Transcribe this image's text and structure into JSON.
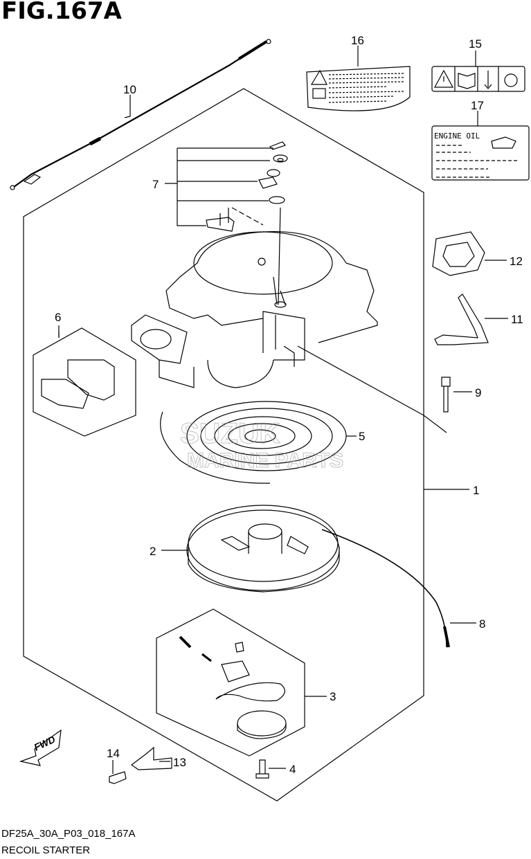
{
  "figure": {
    "title": "FIG.167A",
    "code": "DF25A_30A_P03_018_167A",
    "caption": "RECOIL STARTER"
  },
  "callouts": [
    "1",
    "2",
    "3",
    "4",
    "5",
    "6",
    "7",
    "8",
    "9",
    "10",
    "11",
    "12",
    "13",
    "14",
    "15",
    "16",
    "17"
  ],
  "labels": {
    "engine_oil": "ENGINE OIL",
    "fwd": "FWD"
  },
  "watermark": {
    "line1": "SUZUK",
    "line2": "MARINE PARTS"
  }
}
